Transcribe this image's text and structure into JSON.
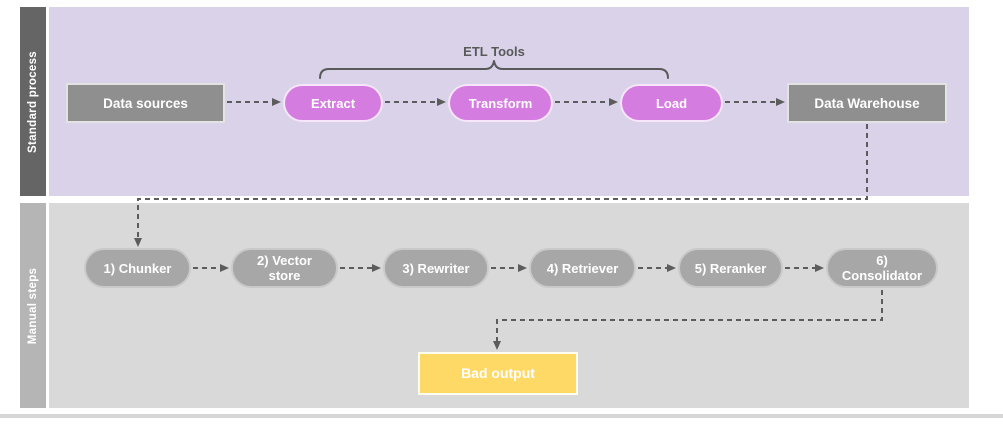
{
  "diagram": {
    "lanes": [
      {
        "label": "Standard process"
      },
      {
        "label": "Manual steps"
      }
    ],
    "annotation_label": "ETL Tools",
    "standard_nodes": [
      {
        "label": "Data sources",
        "shape": "rectangle"
      },
      {
        "label": "Extract",
        "shape": "pill"
      },
      {
        "label": "Transform",
        "shape": "pill"
      },
      {
        "label": "Load",
        "shape": "pill"
      },
      {
        "label": "Data Warehouse",
        "shape": "rectangle"
      }
    ],
    "manual_nodes": [
      {
        "label": "1) Chunker"
      },
      {
        "label": "2) Vector store"
      },
      {
        "label": "3) Rewriter"
      },
      {
        "label": "4) Retriever"
      },
      {
        "label": "5) Reranker"
      },
      {
        "label": "6) Consolidator"
      }
    ],
    "output_node": {
      "label": "Bad output"
    },
    "connections": [
      "Data sources -> Extract",
      "Extract -> Transform",
      "Transform -> Load",
      "Load -> Data Warehouse",
      "Data Warehouse -> 1) Chunker",
      "1) Chunker -> 2) Vector store",
      "2) Vector store -> 3) Rewriter",
      "3) Rewriter -> 4) Retriever",
      "4) Retriever -> 5) Reranker",
      "5) Reranker -> 6) Consolidator",
      "6) Consolidator -> Bad output"
    ],
    "colors": {
      "standard_lane_bg": "#d9d2e9",
      "standard_label_bg": "#656565",
      "manual_lane_bg": "#d9d9d9",
      "manual_label_bg": "#b5b5b5",
      "gray_node_fill": "#8f8f8f",
      "etl_pill_fill": "#d57ce1",
      "manual_pill_fill": "#a7a7a7",
      "bad_output_fill": "#ffd966",
      "connector_stroke": "#5c5c5c",
      "annotation_text": "#595959"
    }
  }
}
